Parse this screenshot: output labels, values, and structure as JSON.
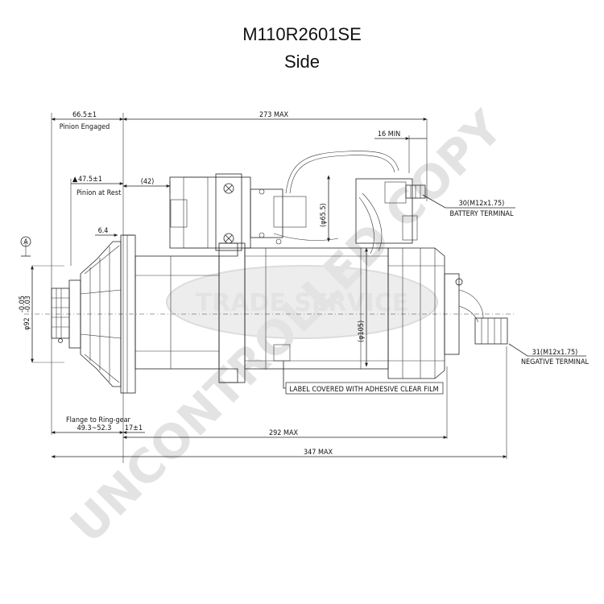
{
  "title": "M110R2601SE",
  "subtitle": "Side",
  "watermark": {
    "main": "UNCONTROLLED COPY",
    "badge": "TRADE SERVICE"
  },
  "dimensions": {
    "pinion_engaged_value": "66.5±1",
    "pinion_engaged_label": "Pinion Engaged",
    "overall_273": "273 MAX",
    "min_16": "16 MIN",
    "pinion_rest_value": "47.5±1",
    "pinion_rest_label": "Pinion at Rest",
    "dim_42": "(42)",
    "dim_6_4": "6.4",
    "datum_a": "A",
    "pilot_dia": "φ92",
    "pilot_tol_top": "-0.05",
    "pilot_tol_bot": "-0.03",
    "dia_65_5": "(φ65.5)",
    "dia_105": "(φ105)",
    "flange_label": "Flange to Ring-gear",
    "flange_value": "49.3~52.3",
    "dim_17": "17±1",
    "overall_292": "292 MAX",
    "overall_347": "347 MAX"
  },
  "callouts": {
    "battery_thread": "30(M12x1.75)",
    "battery_label": "BATTERY TERMINAL",
    "negative_thread": "31(M12x1.75)",
    "negative_label": "NEGATIVE TERMINAL",
    "label_note": "LABEL COVERED WITH ADHESIVE CLEAR FILM"
  }
}
